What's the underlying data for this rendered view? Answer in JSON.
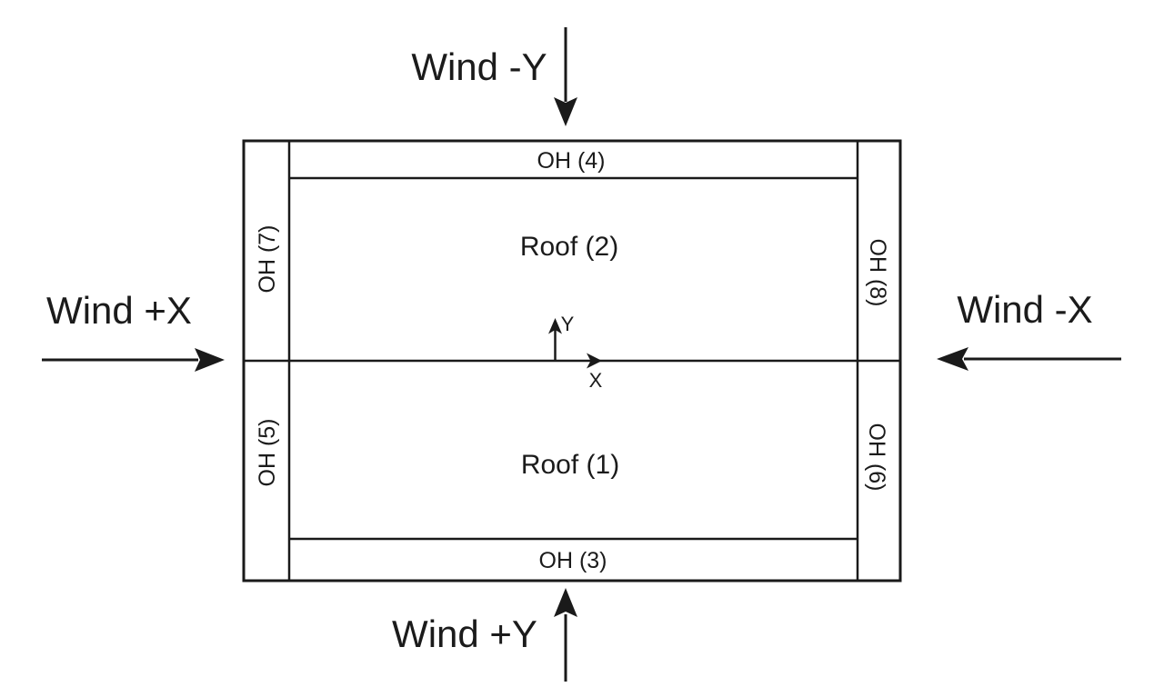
{
  "diagram": {
    "title_hint": "Roof plan wind load direction diagram",
    "wind_labels": {
      "top": "Wind -Y",
      "bottom": "Wind +Y",
      "left": "Wind +X",
      "right": "Wind -X"
    },
    "roof_labels": {
      "upper": "Roof (2)",
      "lower": "Roof (1)"
    },
    "overhang_labels": {
      "top": "OH (4)",
      "bottom": "OH (3)",
      "left_upper": "OH (7)",
      "left_lower": "OH (5)",
      "right_upper": "OH (8)",
      "right_lower": "OH (6)"
    },
    "axis_labels": {
      "x": "X",
      "y": "Y"
    },
    "colors": {
      "line": "#1a1a1a",
      "text": "#1b1b1b",
      "background": "#ffffff"
    }
  }
}
